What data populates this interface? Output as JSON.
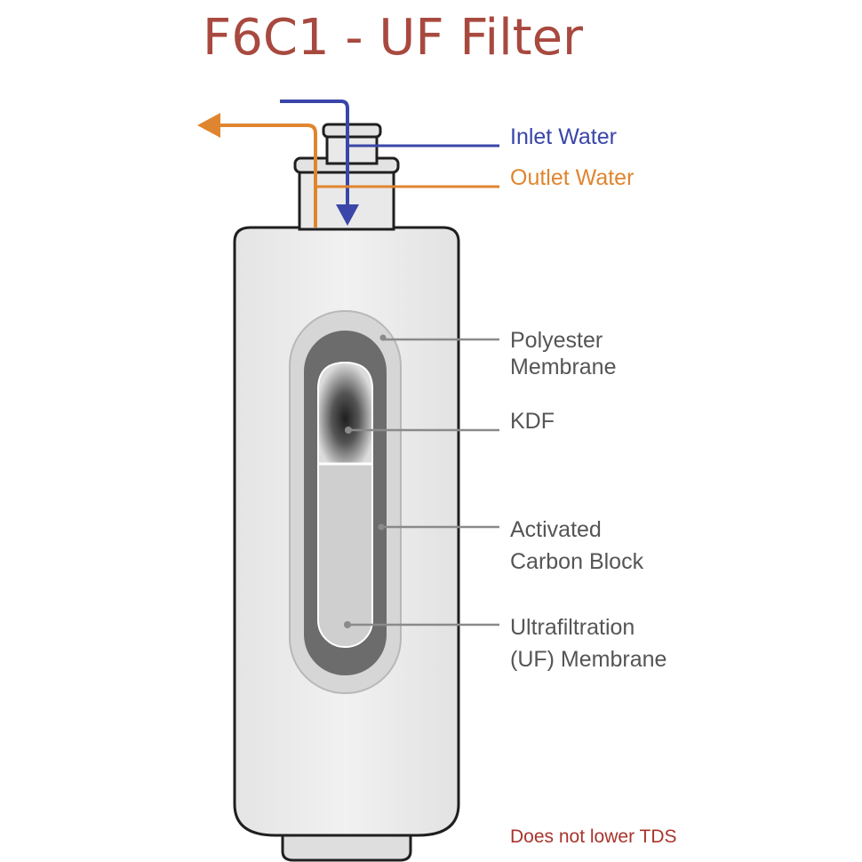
{
  "title": "F6C1 - UF Filter",
  "colors": {
    "title": "#a8493f",
    "inlet": "#3a46a8",
    "outlet": "#e0852f",
    "label": "#555555",
    "footnote": "#a8342c",
    "housing": "#ececec",
    "outline": "#1f1f1f"
  },
  "flow": {
    "inlet_label": "Inlet Water",
    "outlet_label": "Outlet Water"
  },
  "layers": [
    {
      "id": "polyester",
      "lines": [
        "Polyester",
        "Membrane"
      ]
    },
    {
      "id": "kdf",
      "lines": [
        "KDF"
      ]
    },
    {
      "id": "carbon",
      "lines": [
        "Activated",
        "Carbon Block"
      ]
    },
    {
      "id": "uf",
      "lines": [
        "Ultrafiltration",
        "(UF) Membrane"
      ]
    }
  ],
  "footnote": "Does not lower TDS"
}
